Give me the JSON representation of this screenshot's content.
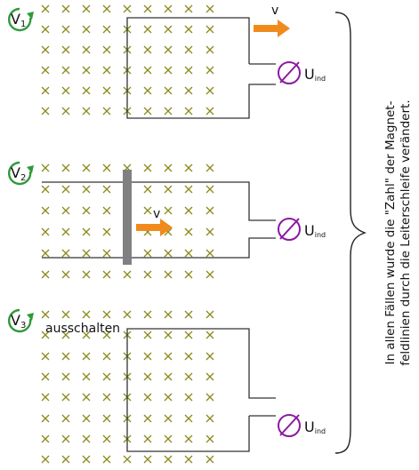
{
  "colors": {
    "field_cross": "#8a8a1e",
    "wire": "#333333",
    "arrow": "#f08a1c",
    "meter": "#8a1aa0",
    "badge": "#2e9a3a",
    "bar": "#808080",
    "text": "#111111"
  },
  "panels": [
    {
      "badge_base": "V",
      "badge_sub": "1",
      "velocity_label": "v",
      "meter_base": "U",
      "meter_sub": "ind"
    },
    {
      "badge_base": "V",
      "badge_sub": "2",
      "velocity_label": "v",
      "meter_base": "U",
      "meter_sub": "ind"
    },
    {
      "badge_base": "V",
      "badge_sub": "3",
      "action_label": "ausschalten",
      "meter_base": "U",
      "meter_sub": "ind"
    }
  ],
  "conclusion": {
    "line1": "In allen Fällen wurde die \"Zahl\" der Magnet-",
    "line2": "feldlinien durch die Leiterschleife verändert."
  },
  "icons": {
    "badge": "circular-arrow-icon",
    "meter": "voltmeter-icon",
    "velocity": "arrow-right-icon",
    "brace": "right-brace-icon"
  }
}
